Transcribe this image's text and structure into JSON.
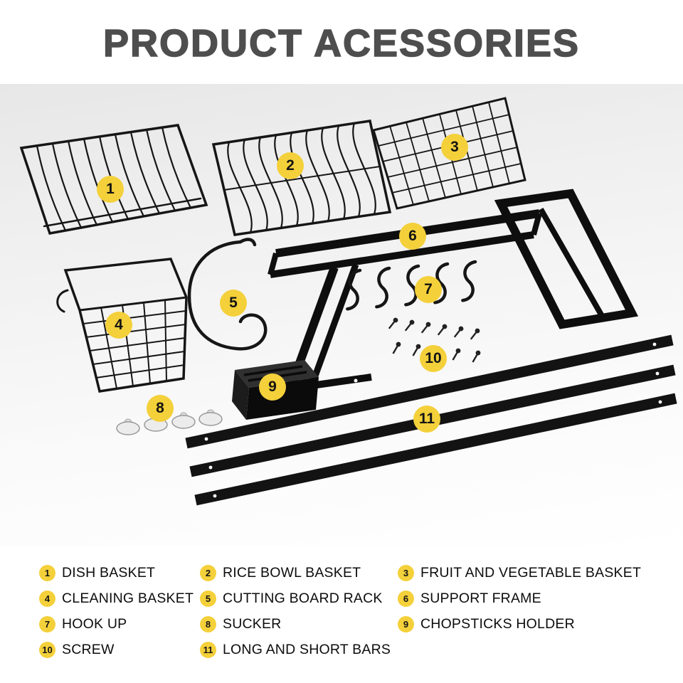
{
  "title": "PRODUCT ACESSORIES",
  "theme": {
    "badge_color": "#F4D03A",
    "title_color": "#4E4E4E",
    "metal_color": "#141414"
  },
  "legend": {
    "items": [
      {
        "number": "1",
        "label": "DISH BASKET"
      },
      {
        "number": "2",
        "label": "RICE BOWL BASKET"
      },
      {
        "number": "3",
        "label": "FRUIT AND VEGETABLE BASKET"
      },
      {
        "number": "4",
        "label": "CLEANING BASKET"
      },
      {
        "number": "5",
        "label": "CUTTING BOARD RACK"
      },
      {
        "number": "6",
        "label": "SUPPORT FRAME"
      },
      {
        "number": "7",
        "label": "HOOK UP"
      },
      {
        "number": "8",
        "label": "SUCKER"
      },
      {
        "number": "9",
        "label": "CHOPSTICKS HOLDER"
      },
      {
        "number": "10",
        "label": "SCREW"
      },
      {
        "number": "11",
        "label": "LONG AND SHORT BARS"
      }
    ]
  }
}
